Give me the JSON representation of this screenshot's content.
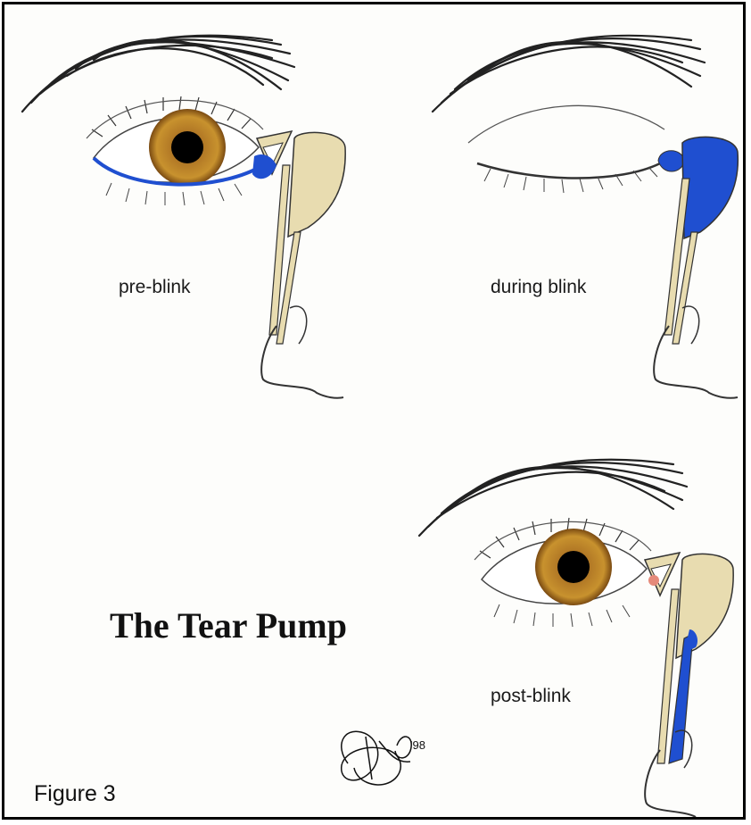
{
  "title": "The Tear Pump",
  "figure_label": "Figure 3",
  "panels": [
    {
      "label": "pre-blink",
      "state": "eye open, tears in lacrimal lake and canaliculi"
    },
    {
      "label": "during blink",
      "state": "eyelid closed, tears squeezed into lacrimal sac"
    },
    {
      "label": "post-blink",
      "state": "eye open, tears draining down nasolacrimal duct"
    }
  ],
  "signature": {
    "year_mark": "'98"
  },
  "colors": {
    "tear": "#1f4fd0",
    "iris": "#a8741f",
    "duct": "#e8dcb0",
    "frame": "#000000"
  }
}
